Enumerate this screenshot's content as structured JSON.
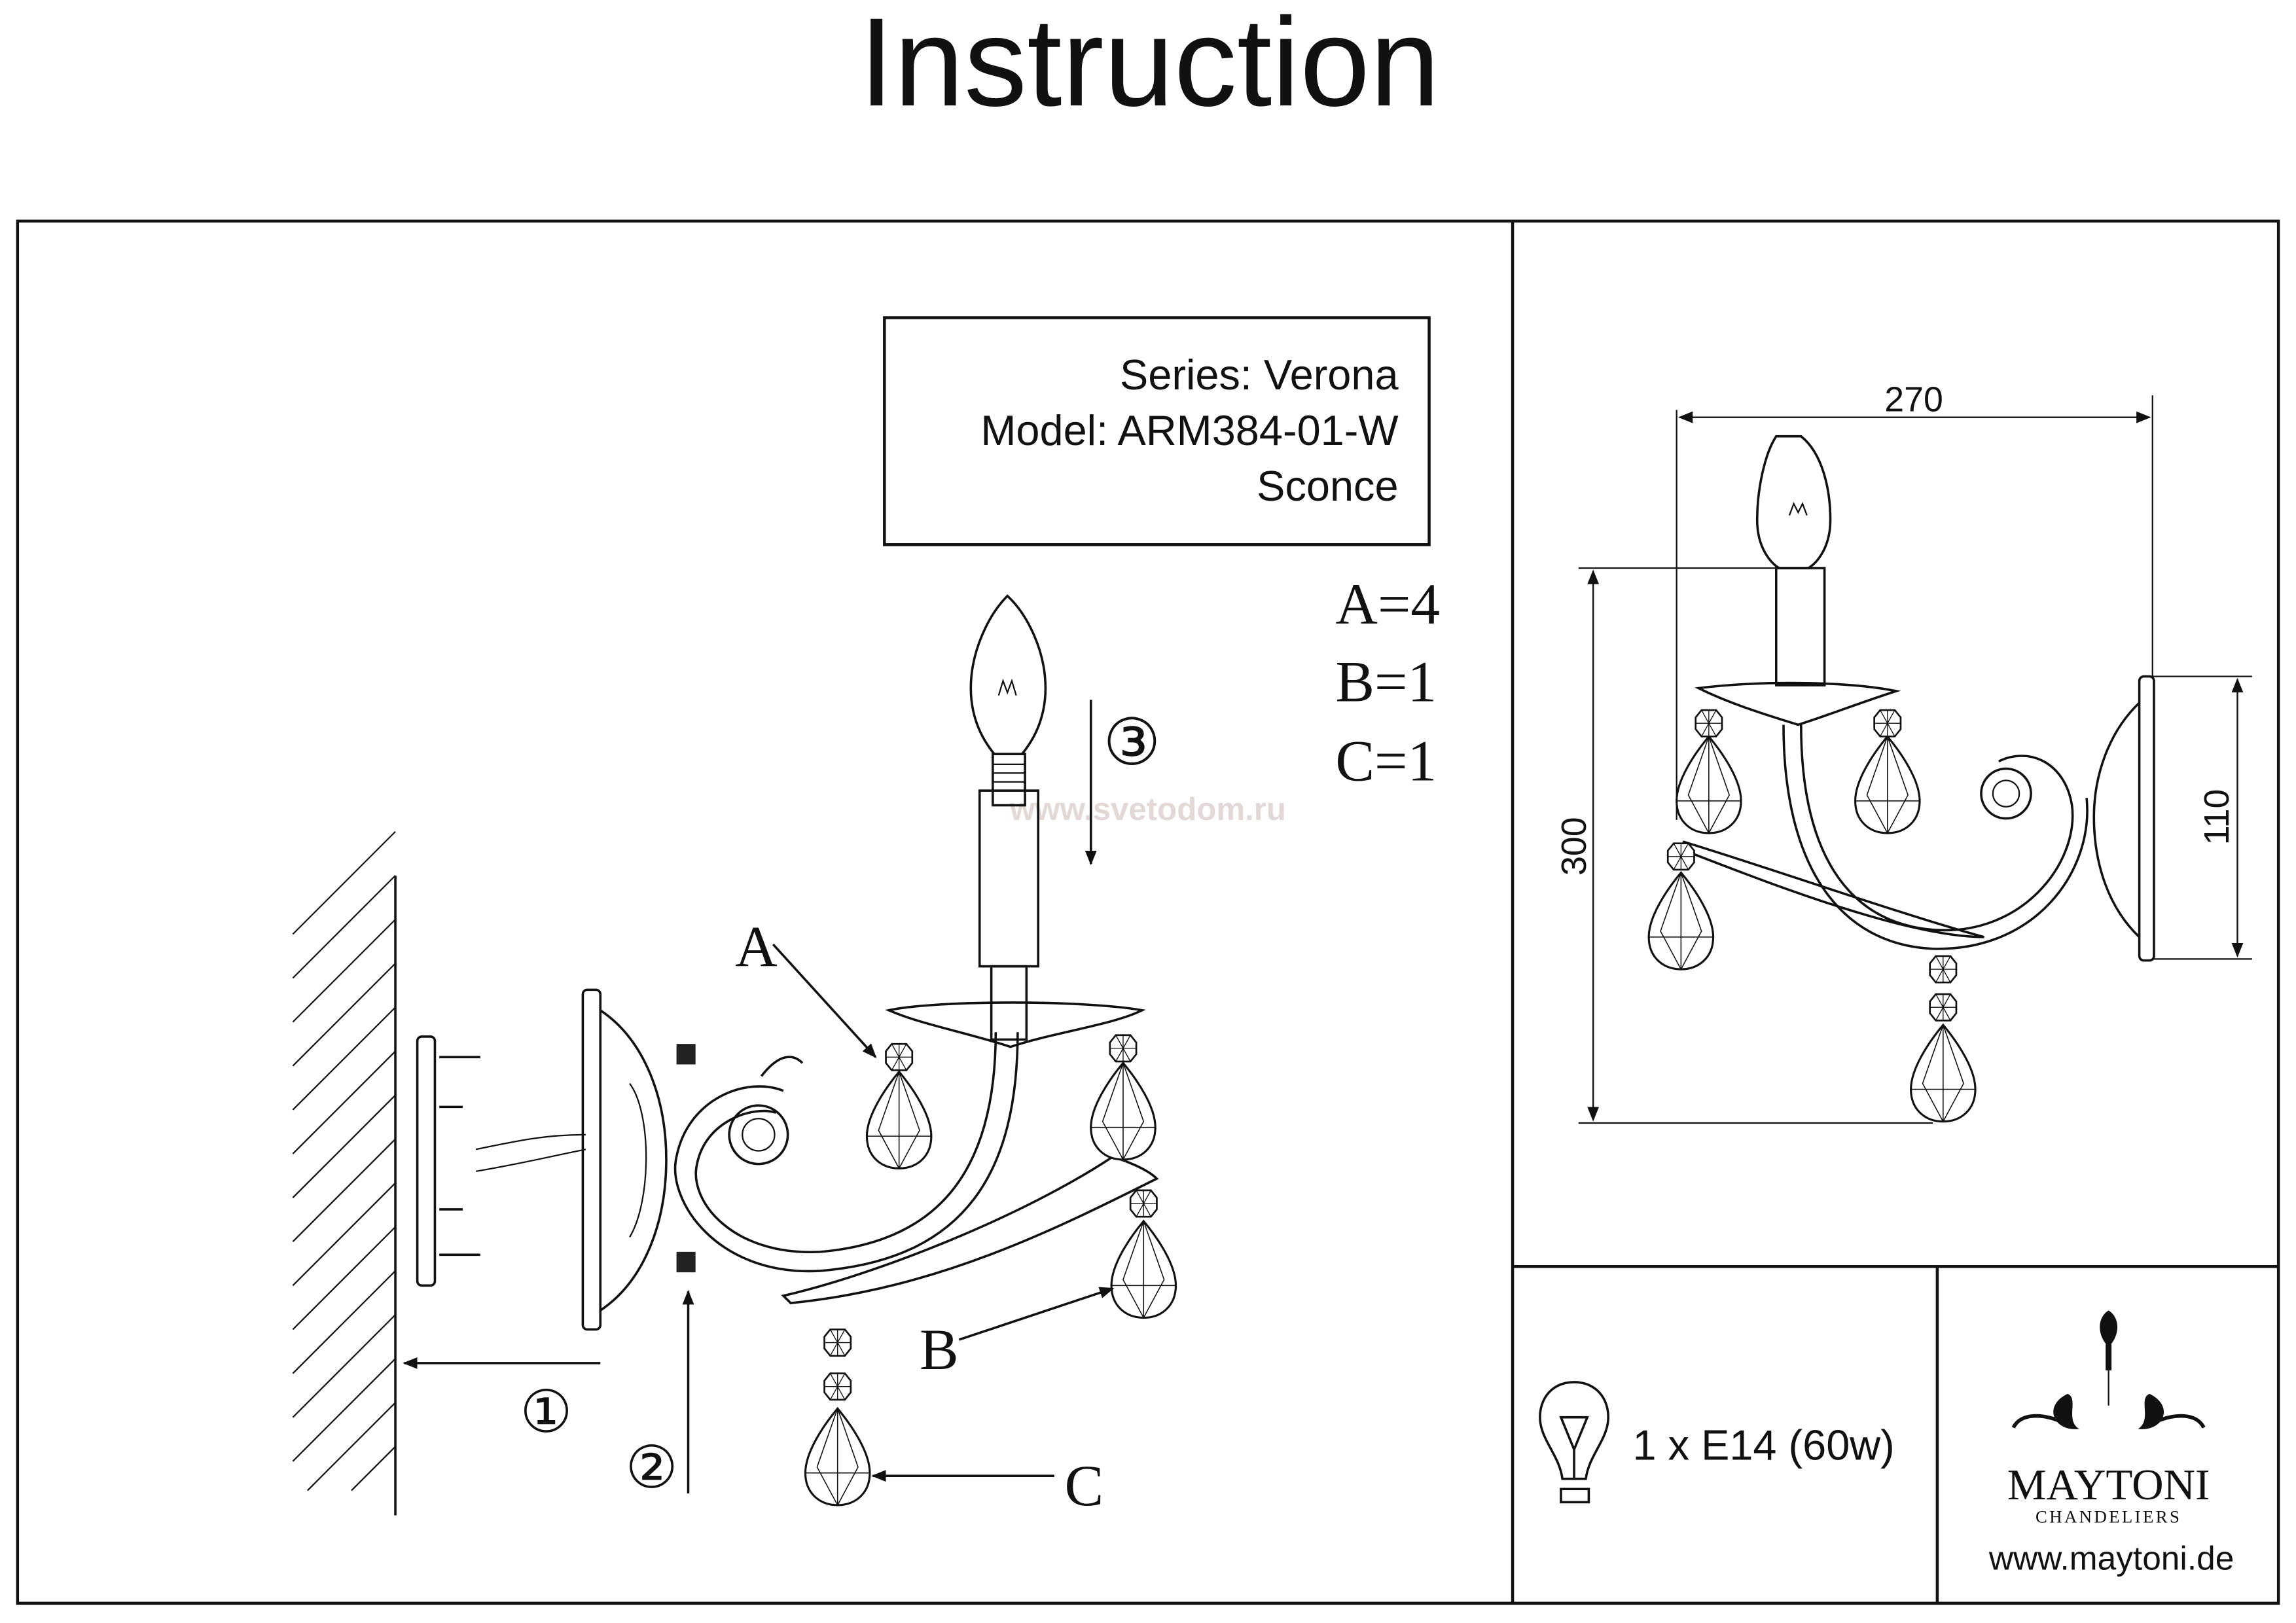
{
  "header": {
    "title": "Instruction"
  },
  "info_box": {
    "series": "Series: Verona",
    "model": "Model: ARM384-01-W",
    "type": "Sconce"
  },
  "parts": [
    {
      "label": "A=4"
    },
    {
      "label": "B=1"
    },
    {
      "label": "C=1"
    }
  ],
  "callouts": {
    "a": "A",
    "b": "B",
    "c": "C"
  },
  "steps": [
    "①",
    "②",
    "③"
  ],
  "watermark": "www.svetodom.ru",
  "dimensions": {
    "width": "270",
    "height": "300",
    "depth": "110"
  },
  "bulb": {
    "icon": "bulb-icon",
    "spec": "1 x E14 (60w)"
  },
  "brand": {
    "name": "MAYTONI",
    "tagline": "CHANDELIERS",
    "url": "www.maytoni.de"
  }
}
